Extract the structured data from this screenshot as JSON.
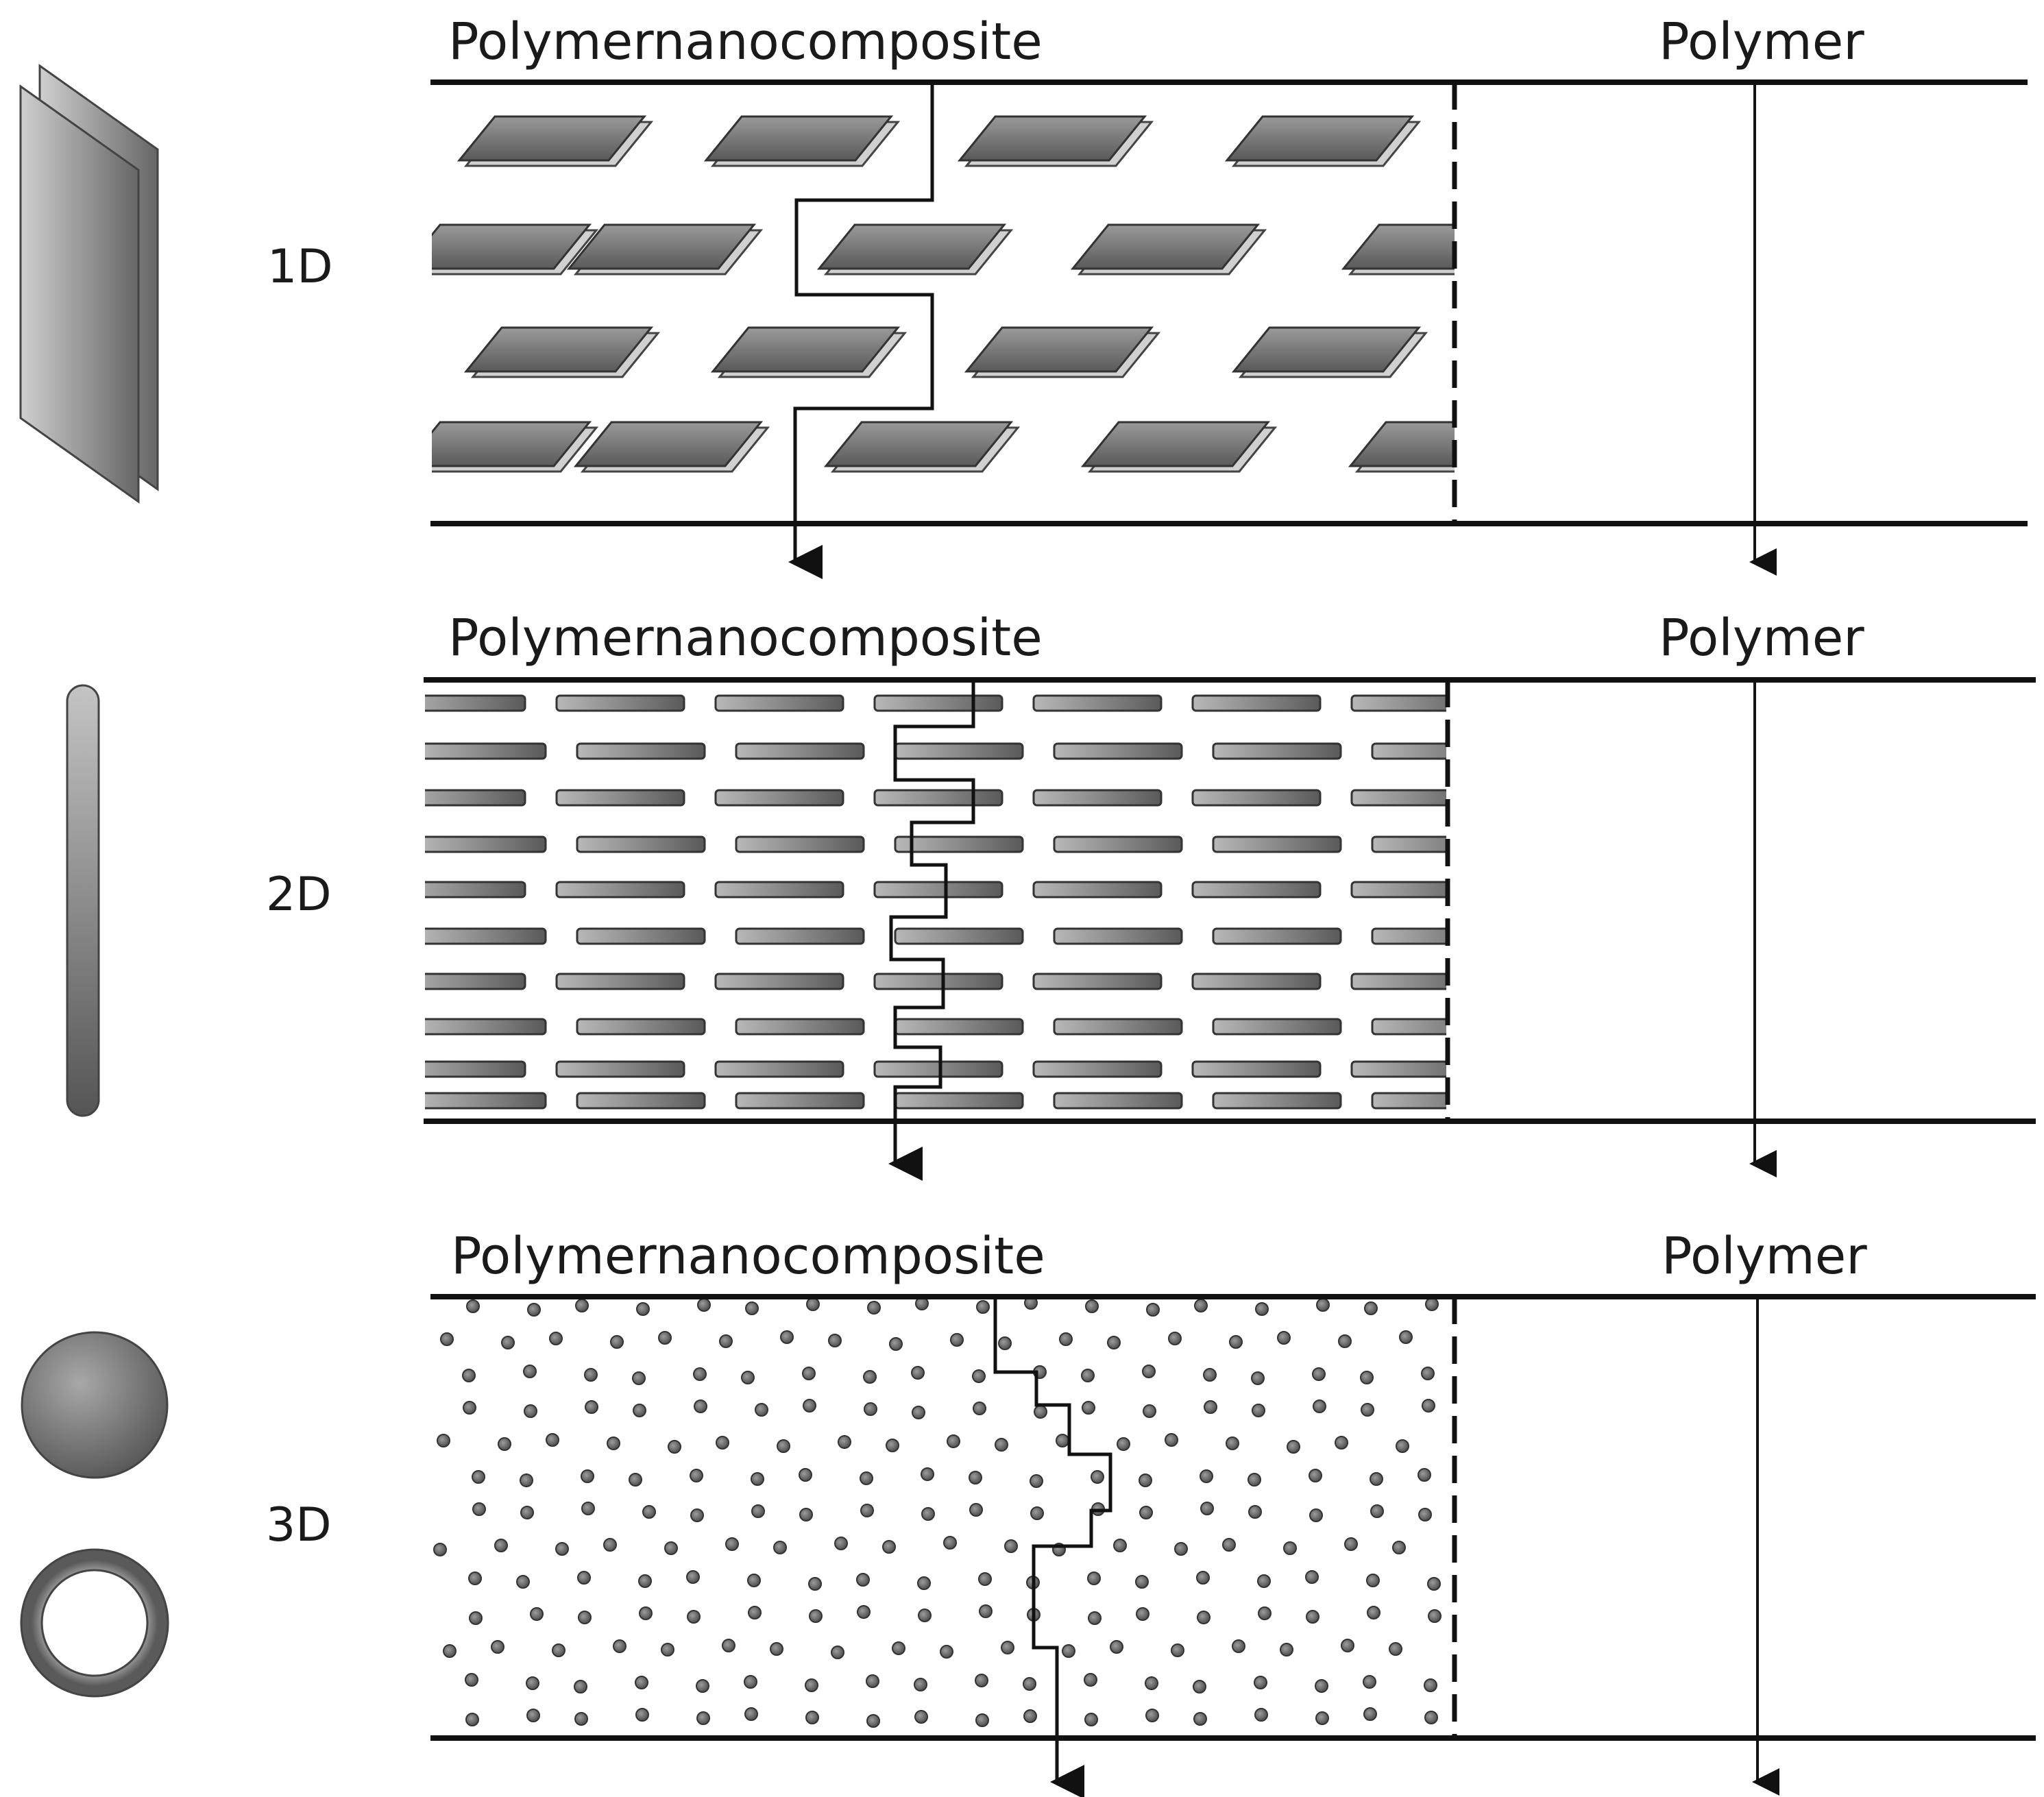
{
  "panels": [
    {
      "dimension": "1D",
      "filler": "platelet",
      "composite_label": "Polymernanocomposite",
      "polymer_label": "Polymer"
    },
    {
      "dimension": "2D",
      "filler": "rod",
      "composite_label": "Polymernanocomposite",
      "polymer_label": "Polymer"
    },
    {
      "dimension": "3D",
      "filler": "particle",
      "composite_label": "Polymernanocomposite",
      "polymer_label": "Polymer"
    }
  ],
  "icons": [
    "stacked-sheets-icon",
    "rod-icon",
    "solid-sphere-icon",
    "hollow-ring-icon"
  ],
  "colors": {
    "line": "#111111",
    "filler_dark": "#5e5e5e",
    "filler_light": "#bdbdbd",
    "background": "#ffffff"
  }
}
